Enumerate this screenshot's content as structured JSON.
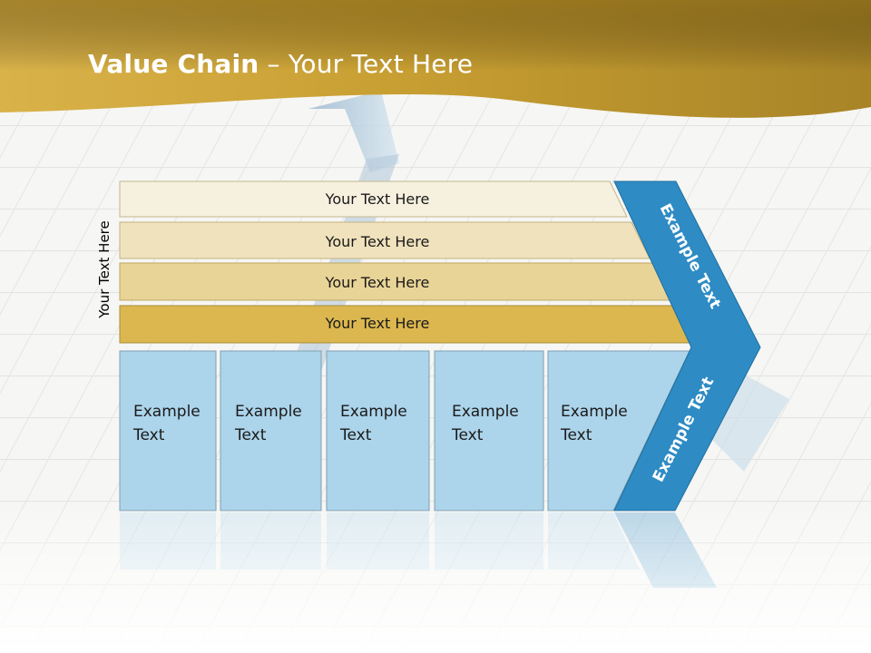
{
  "title": {
    "bold": "Value Chain",
    "rest": " – Your Text Here"
  },
  "side_label": "Your Text Here",
  "support_bars": [
    "Your Text Here",
    "Your Text Here",
    "Your Text Here",
    "Your Text Here"
  ],
  "primary_boxes": [
    {
      "line1": "Example",
      "line2": "Text"
    },
    {
      "line1": "Example",
      "line2": "Text"
    },
    {
      "line1": "Example",
      "line2": "Text"
    },
    {
      "line1": "Example",
      "line2": "Text"
    },
    {
      "line1": "Example",
      "line2": "Text"
    }
  ],
  "arrow_labels": {
    "upper": "Example Text",
    "lower": "Example Text"
  },
  "colors": {
    "header_gold": "#c9a233",
    "bar1": "#f6f0df",
    "bar2": "#f0e2bd",
    "bar3": "#e9d497",
    "bar4": "#dcb74f",
    "box_blue": "#acd4ea",
    "arrow_blue": "#2e8bc4"
  }
}
